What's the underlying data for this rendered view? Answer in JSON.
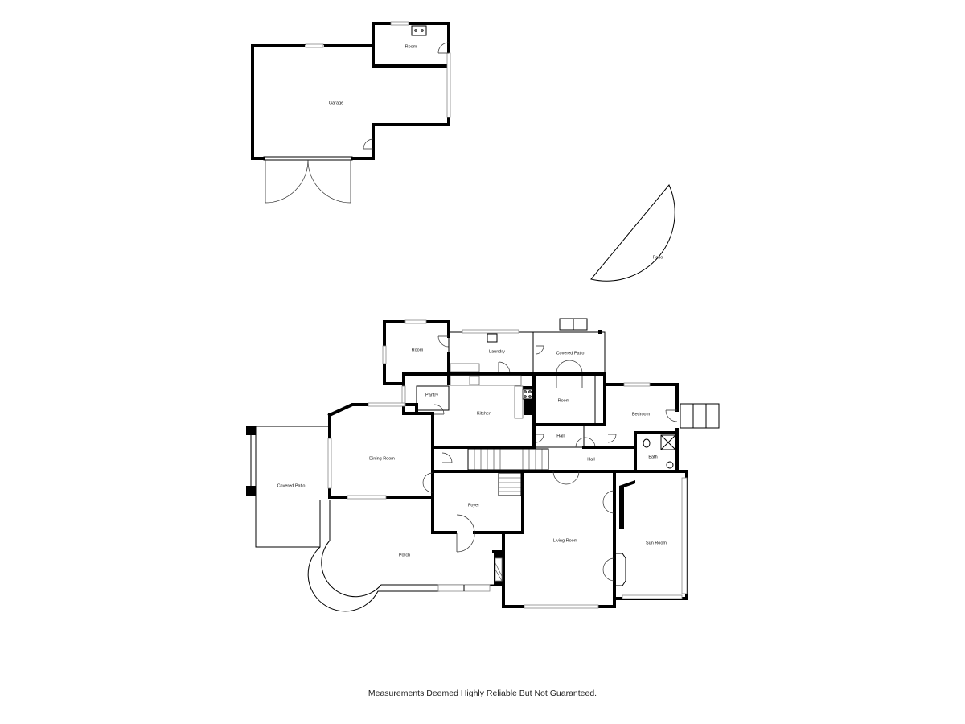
{
  "rooms": {
    "garage": "Garage",
    "garage_room": "Room",
    "patio": "Patio",
    "room_upper": "Room",
    "laundry": "Laundry",
    "covered_patio_top": "Covered Patio",
    "pantry": "Pantry",
    "kitchen": "Kitchen",
    "room_mid": "Room",
    "bedroom": "Bedroom",
    "hall_small": "Hall",
    "hall": "Hall",
    "bath": "Bath",
    "dining_room": "Dining Room",
    "covered_patio_left": "Covered Patio",
    "foyer": "Foyer",
    "living_room": "Living Room",
    "sun_room": "Sun Room",
    "porch": "Porch"
  },
  "footer": {
    "disclaimer": "Measurements Deemed Highly Reliable But Not Guaranteed."
  }
}
